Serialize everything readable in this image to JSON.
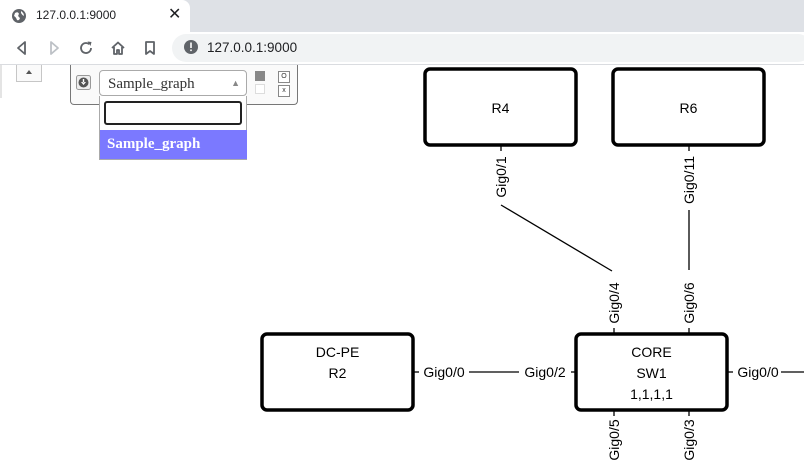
{
  "browser": {
    "tab_title": "127.0.0.1:9000",
    "tab_close": "✕",
    "url": "127.0.0.1:9000"
  },
  "panel": {
    "selected_graph": "Sample_graph",
    "search_value": "",
    "options": [
      "Sample_graph"
    ],
    "mini_buttons": [
      "O",
      "x"
    ]
  },
  "graph": {
    "nodes": {
      "r4": {
        "lines": [
          "R4"
        ]
      },
      "r6": {
        "lines": [
          "R6"
        ]
      },
      "r2": {
        "lines": [
          "DC-PE",
          "R2"
        ]
      },
      "sw1": {
        "lines": [
          "CORE",
          "SW1",
          "1,1,1,1"
        ]
      }
    },
    "ports": {
      "r4_up": "Gig0/1",
      "r6_up": "Gig0/11",
      "sw1_top_left": "Gig0/4",
      "sw1_top_right": "Gig0/6",
      "r2_right": "Gig0/0",
      "sw1_left": "Gig0/2",
      "sw1_right": "Gig0/0",
      "sw1_bottom_left": "Gig0/5",
      "sw1_bottom_right": "Gig0/3"
    }
  },
  "colors": {
    "highlight": "#7b79ff",
    "node_border": "#000000"
  }
}
